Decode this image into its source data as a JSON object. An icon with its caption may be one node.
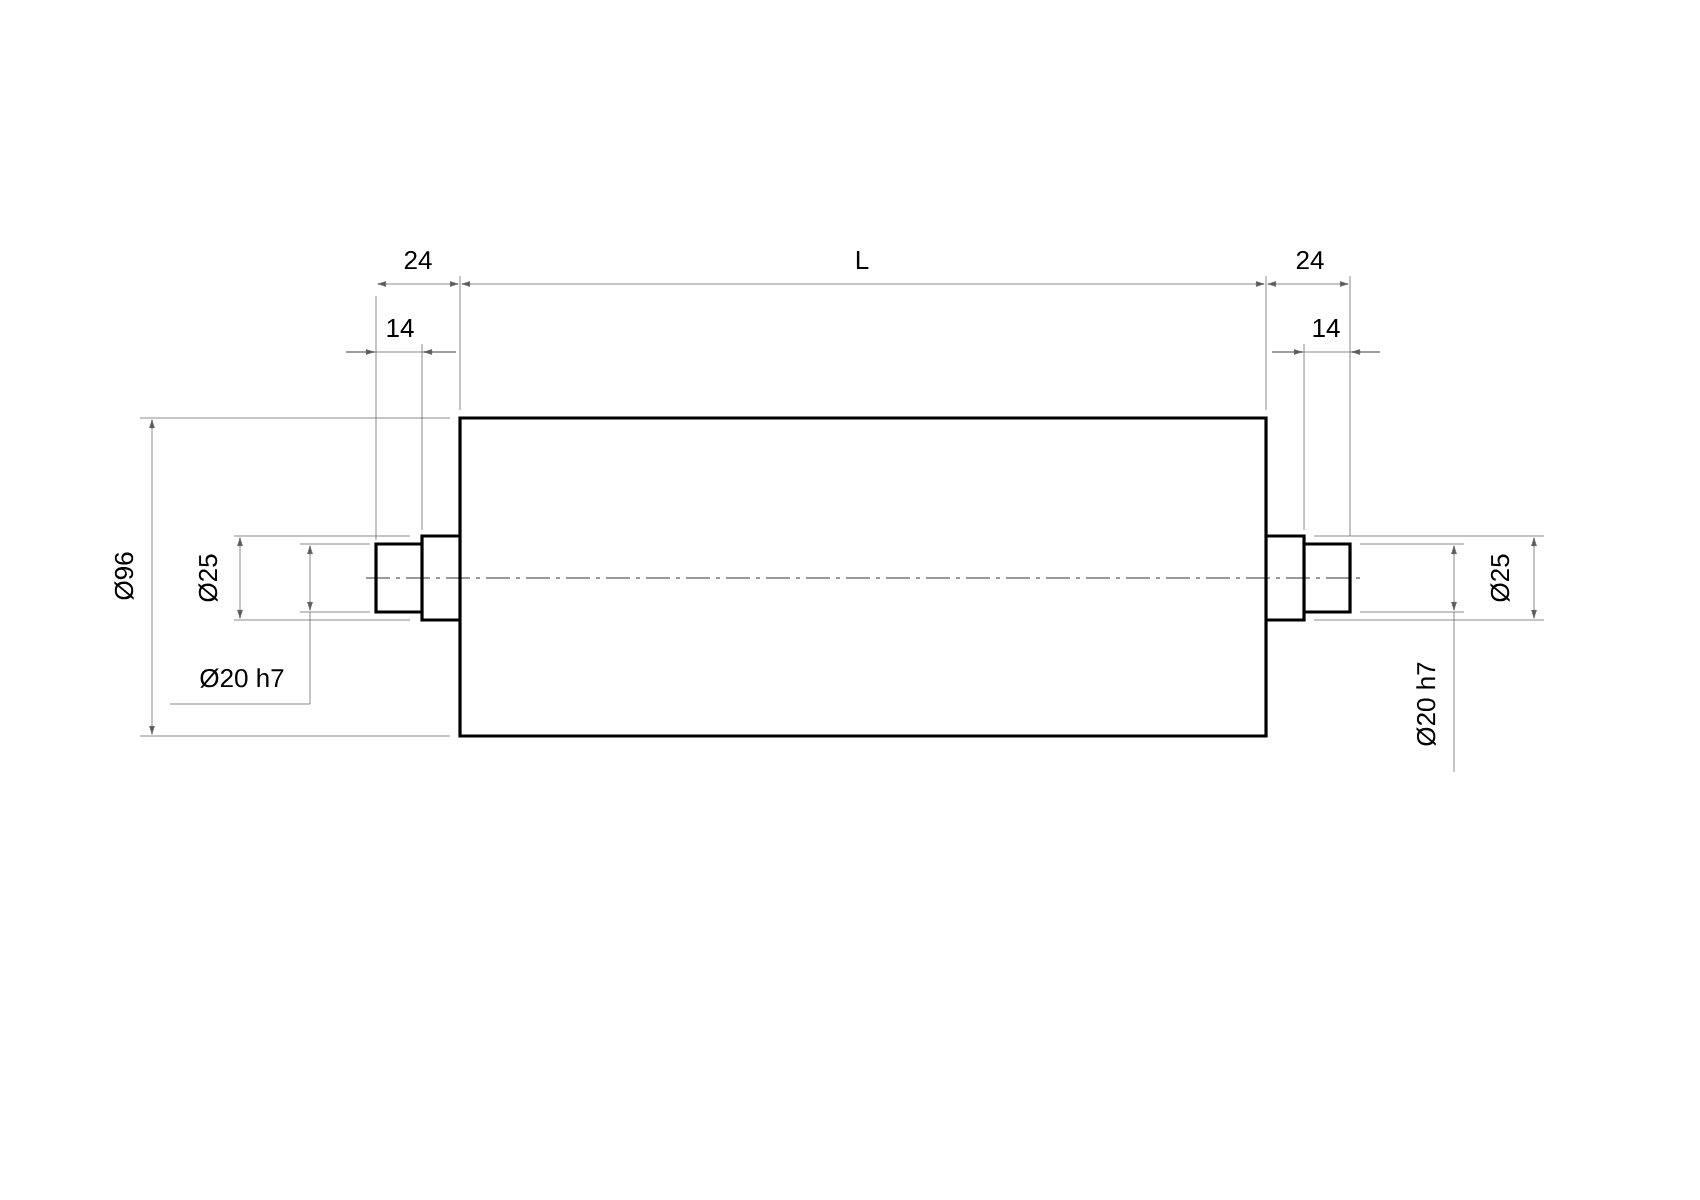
{
  "diagram": {
    "labels": [
      "24",
      "L",
      "24",
      "14",
      "14",
      "Ø96",
      "Ø25",
      "Ø20 h7",
      "Ø25",
      "Ø20 h7"
    ]
  }
}
